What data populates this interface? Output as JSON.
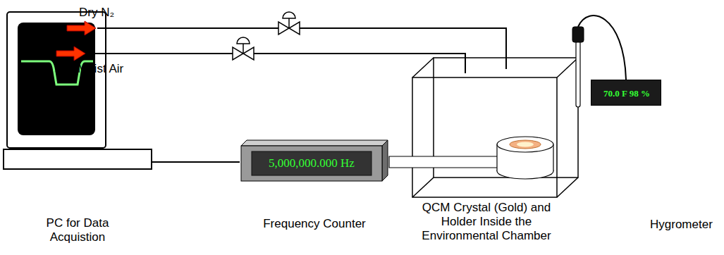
{
  "diagram": {
    "nodes": [
      {
        "text": [
          "PC for Data Acquistion"
        ]
      },
      {
        "text": [
          "5,000,000.000 Hz",
          "Frequency Counter"
        ]
      },
      {
        "text": [
          "QCM Crystal (Gold) and Holder Inside the Environmental Chamber"
        ]
      },
      {
        "text": [
          "70.0 F 98 %"
        ]
      }
    ],
    "edges": [
      {
        "from": 0,
        "to": 1,
        "arrow": "none"
      },
      {
        "from": 1,
        "to": 2,
        "arrow": "none"
      },
      {
        "from": 2,
        "to": 3,
        "arrow": "none"
      }
    ],
    "labels": [
      "Dry N₂",
      "Moist Air",
      "Hygrometer"
    ]
  }
}
